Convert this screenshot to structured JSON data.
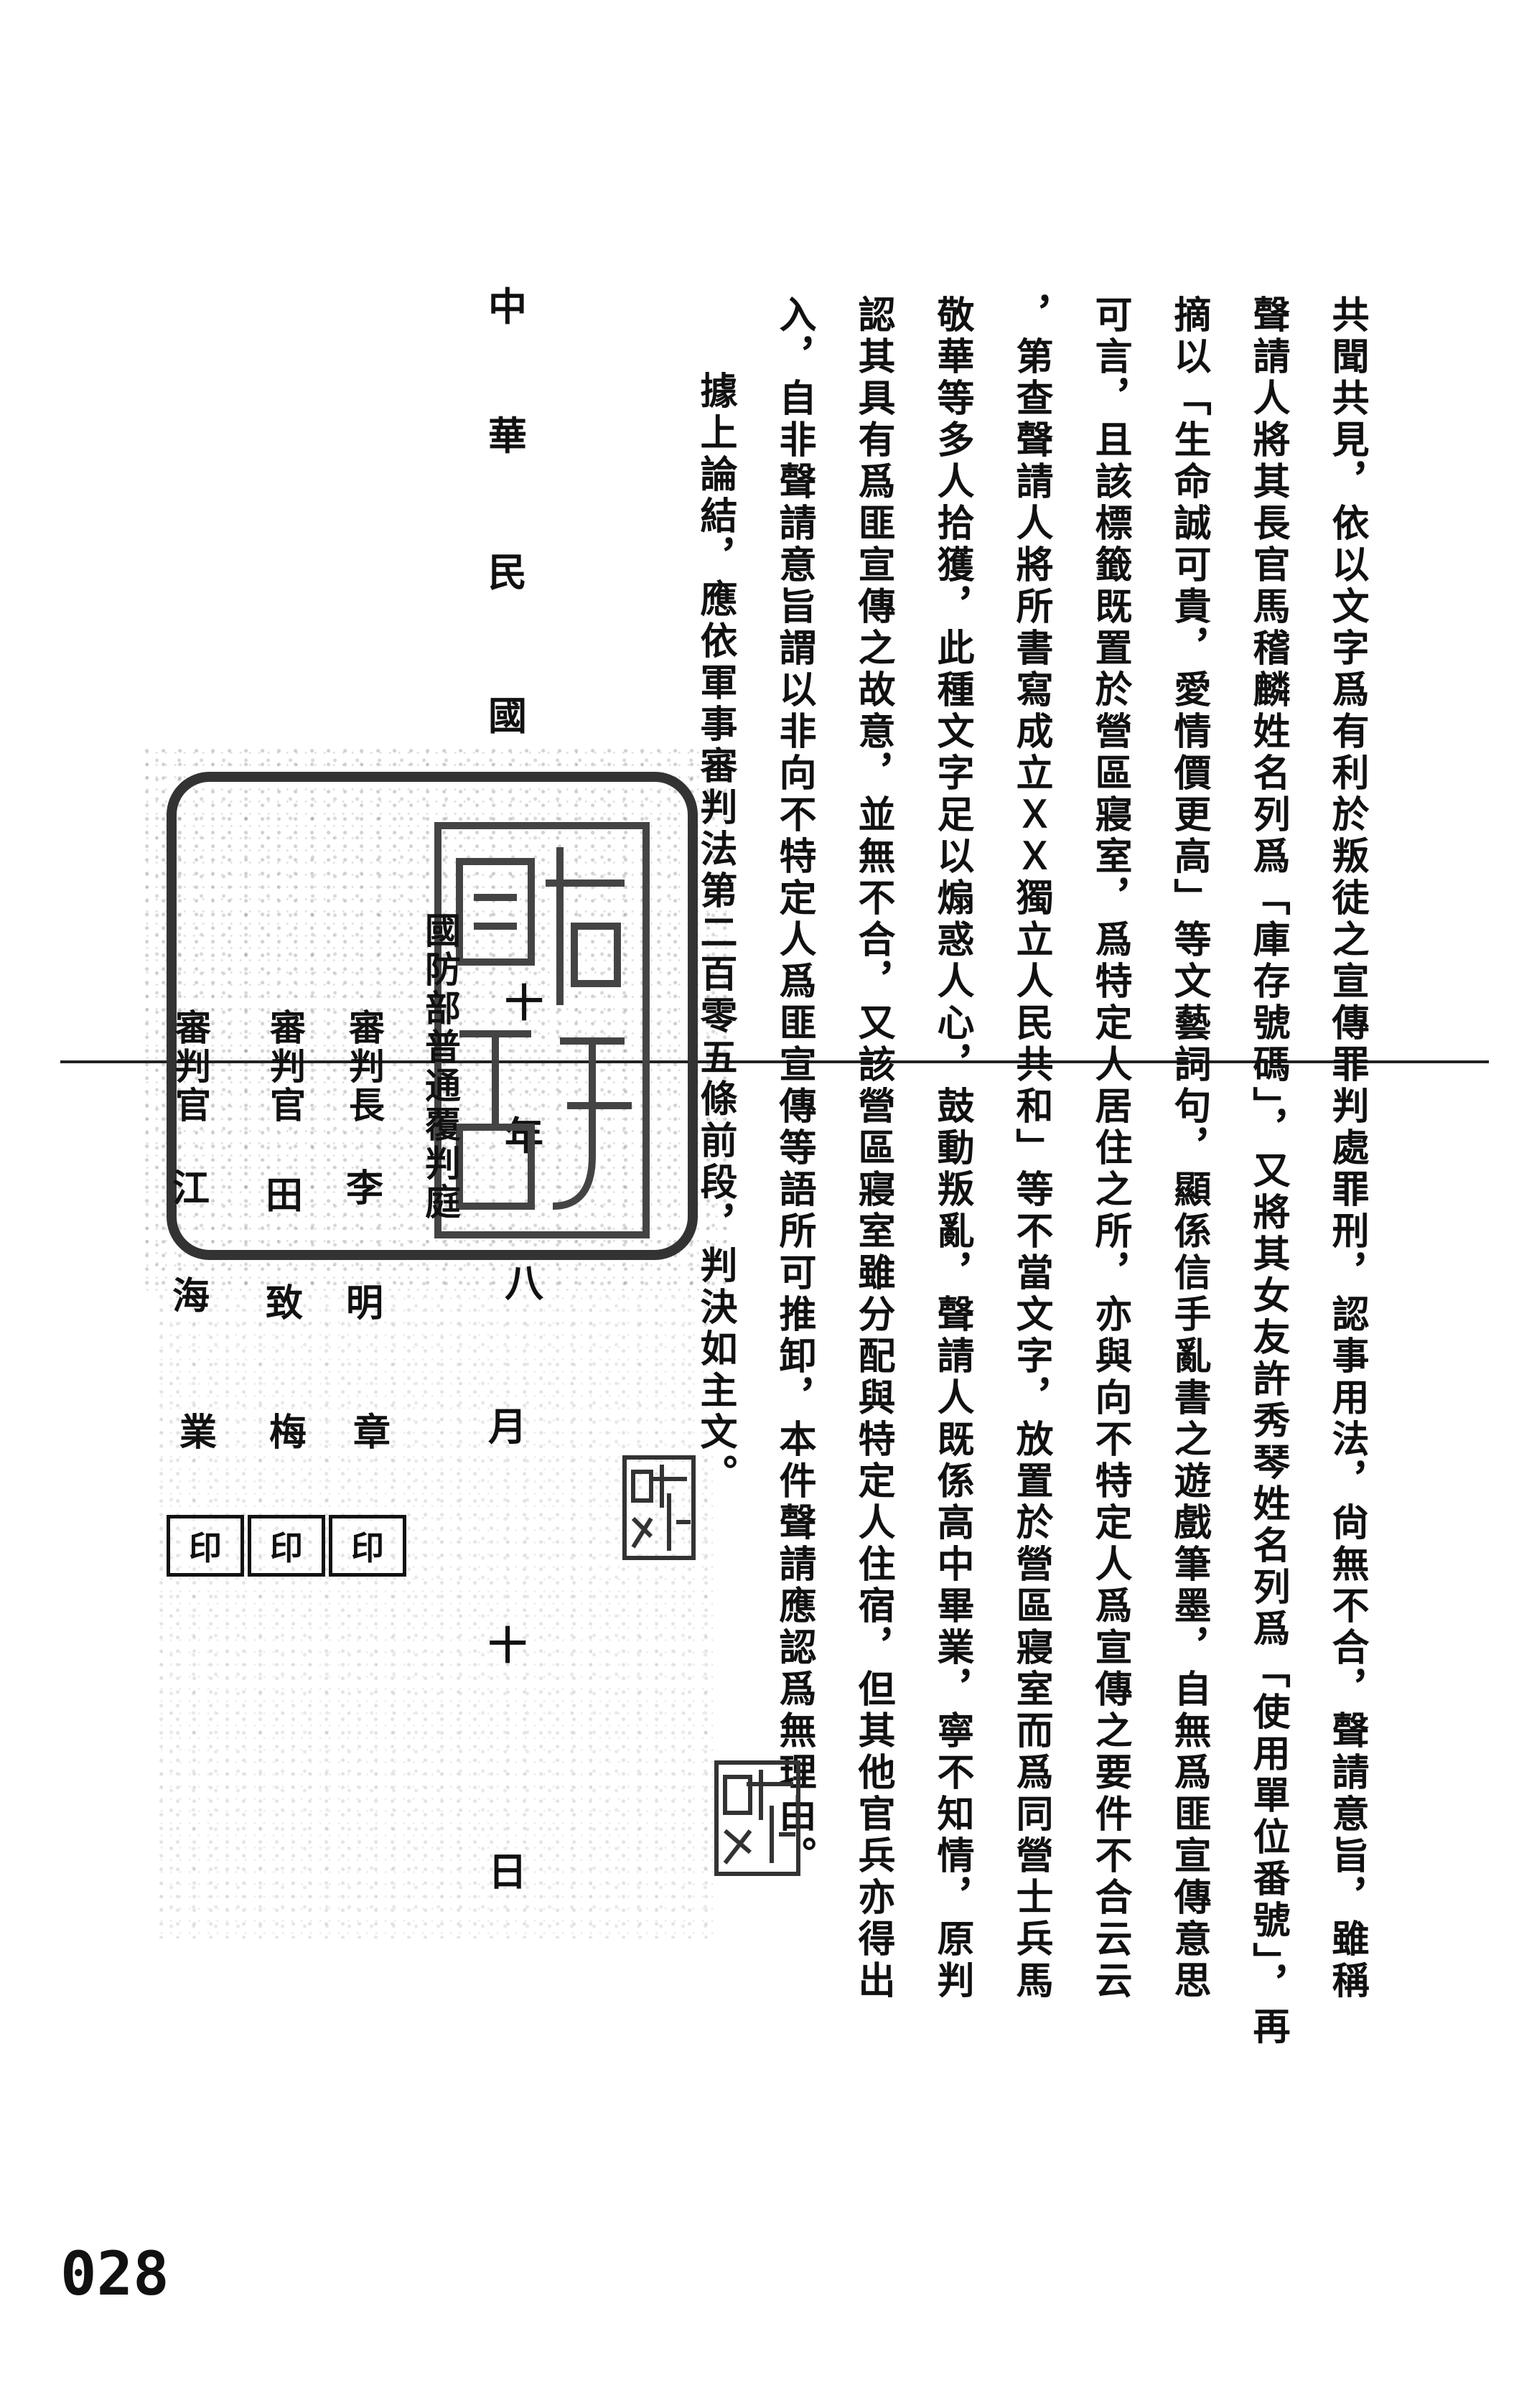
{
  "body_columns": [
    "共聞共見，依以文字爲有利於叛徒之宣傳罪判處罪刑，認事用法，尙無不合，聲請意旨，雖稱",
    "聲請人將其長官馬稽麟姓名列爲「庫存號碼」，又將其女友許秀琴姓名列爲「使用單位番號」，再",
    "摘以「生命誠可貴，愛情價更高」等文藝詞句，顯係信手亂書之遊戲筆墨，自無爲匪宣傳意思",
    "可言，且該標籤既置於營區寢室，爲特定人居住之所，亦與向不特定人爲宣傳之要件不合云云",
    "，第查聲請人將所書寫成立ＸＸ獨立人民共和」等不當文字，放置於營區寢室而爲同營士兵馬",
    "敬華等多人拾獲，此種文字足以煽惑人心，鼓動叛亂，聲請人既係高中畢業，寧不知情，原判",
    "認其具有爲匪宣傳之故意，並無不合，又該營區寢室雖分配與特定人住宿，但其他官兵亦得出",
    "入，自非聲請意旨謂以非向不特定人爲匪宣傳等語所可推卸，本件聲請應認爲無理由。",
    "據上論結，應依軍事審判法第二百零五條前段，判決如主文。"
  ],
  "date": {
    "c1": "中",
    "c2": "華",
    "c3": "民",
    "c4": "國",
    "c5": "十",
    "c6": "年",
    "c7": "八",
    "c8": "月",
    "c9": "十",
    "c10": "日"
  },
  "court": "國防部普通覆判庭",
  "judges": [
    {
      "title": "審判長",
      "n1": "李",
      "n2": "明",
      "n3": "章"
    },
    {
      "title": "審判官",
      "n1": "田",
      "n2": "致",
      "n3": "梅"
    },
    {
      "title": "審判官",
      "n1": "江",
      "n2": "海",
      "n3": "業"
    }
  ],
  "seal_marks": [
    "印",
    "印",
    "印"
  ],
  "page_number": "028"
}
